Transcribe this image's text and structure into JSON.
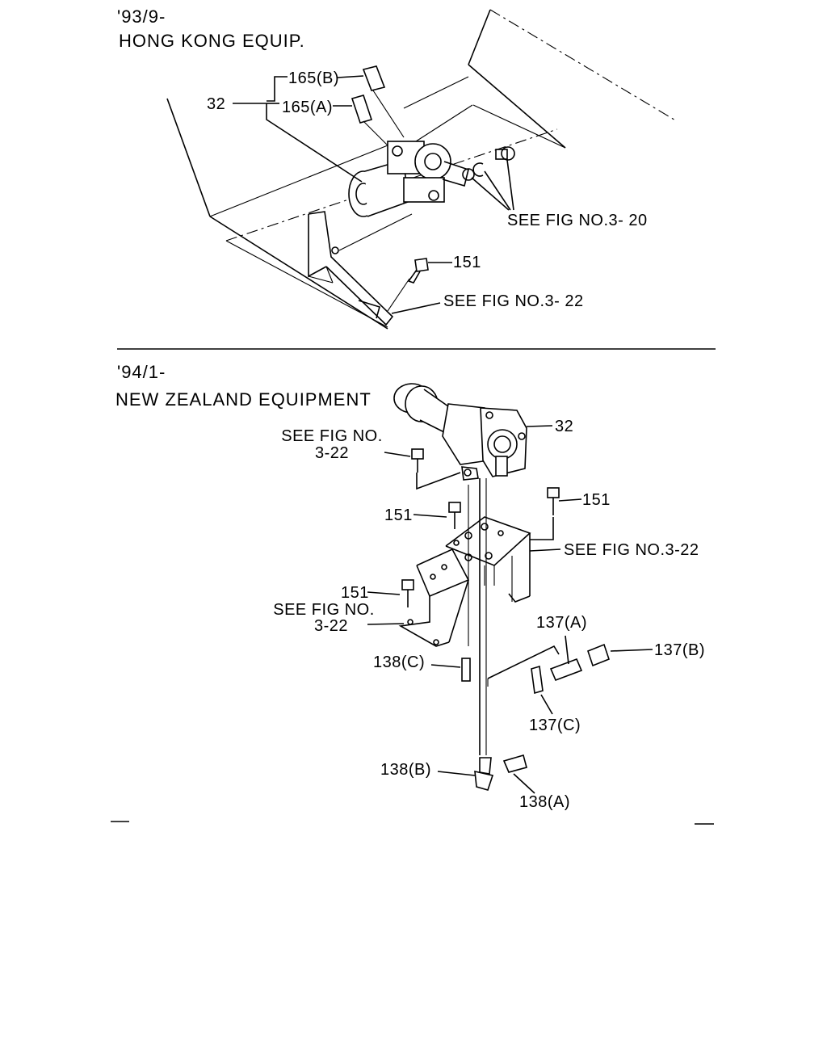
{
  "sections": {
    "top": {
      "date": "'93/9-",
      "market": "HONG KONG EQUIP."
    },
    "bottom": {
      "date": "'94/1-",
      "market": "NEW ZEALAND EQUIPMENT"
    }
  },
  "labels": {
    "top": {
      "p165b": "165(B)",
      "p165a": "165(A)",
      "p32": "32",
      "see320": "SEE FIG NO.3- 20",
      "p151": "151",
      "see322": "SEE FIG NO.3- 22"
    },
    "bottom": {
      "p32": "32",
      "seefig_a_l1": "SEE FIG NO.",
      "seefig_a_l2": "3-22",
      "p151_right": "151",
      "p151_mid": "151",
      "see322_right": "SEE FIG NO.3-22",
      "p151_left": "151",
      "seefig_b_l1": "SEE FIG NO.",
      "seefig_b_l2": "3-22",
      "p137a": "137(A)",
      "p137b": "137(B)",
      "p138c": "138(C)",
      "p137c": "137(C)",
      "p138b": "138(B)",
      "p138a": "138(A)"
    }
  }
}
